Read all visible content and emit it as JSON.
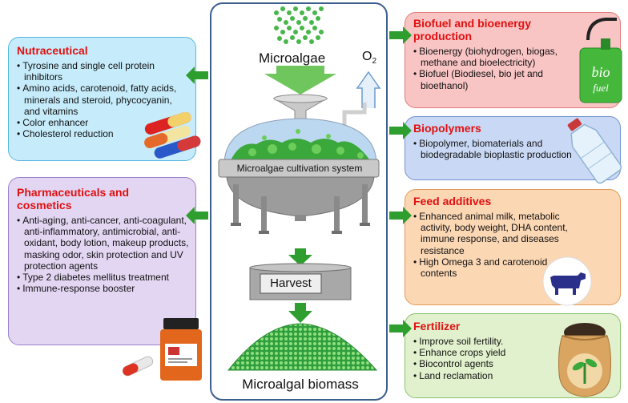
{
  "center": {
    "microalgae_label": "Microalgae",
    "o2_label": "O",
    "o2_sub": "2",
    "cultivation_label": "Microalgae cultivation system",
    "harvest_label": "Harvest",
    "biomass_label": "Microalgal biomass"
  },
  "left": [
    {
      "title": "Nutraceutical",
      "items": [
        "Tyrosine and single cell protein inhibitors",
        "Amino acids, carotenoid, fatty acids, minerals and steroid, phycocyanin, and vitamins",
        "Color enhancer",
        "Cholesterol reduction"
      ]
    },
    {
      "title_line1": "Pharmaceuticals and",
      "title_line2": "cosmetics",
      "items": [
        "Anti-aging, anti-cancer, anti-coagulant, anti-inflammatory, antimicrobial, anti-oxidant, body lotion, makeup products, masking odor, skin protection and UV protection agents",
        "Type 2 diabetes mellitus treatment",
        "Immune-response booster"
      ]
    }
  ],
  "right": [
    {
      "title_line1": "Biofuel and bioenergy",
      "title_line2": "production",
      "items": [
        "Bioenergy (biohydrogen, biogas, methane and bioelectricity)",
        "Biofuel (Biodiesel, bio jet and bioethanol)"
      ],
      "can_text1": "bio",
      "can_text2": "fuel"
    },
    {
      "title": "Biopolymers",
      "items": [
        "Biopolymer, biomaterials and biodegradable bioplastic production"
      ]
    },
    {
      "title": "Feed additives",
      "items": [
        "Enhanced animal milk, metabolic activity, body weight, DHA content, immune response, and diseases resistance",
        "High Omega 3 and carotenoid contents"
      ]
    },
    {
      "title": "Fertilizer",
      "items": [
        "Improve soil fertility.",
        "Enhance crops yield",
        "Biocontrol agents",
        "Land reclamation"
      ]
    }
  ],
  "colors": {
    "title_red": "#e01010",
    "arrow_green": "#2e9e2e",
    "nutraceutical_bg": "#c6ecfb",
    "pharma_bg": "#e3d6f3",
    "biofuel_bg": "#f9c4c4",
    "biopolymer_bg": "#c9d9f5",
    "feed_bg": "#fbd7b4",
    "fertilizer_bg": "#e2f1cd",
    "frame_blue": "#3d5f8f"
  },
  "icons": [
    "pill-capsules-icon",
    "medicine-bottle-icon",
    "fuel-can-icon",
    "water-bottle-icon",
    "cow-icon",
    "fertilizer-sack-icon"
  ]
}
